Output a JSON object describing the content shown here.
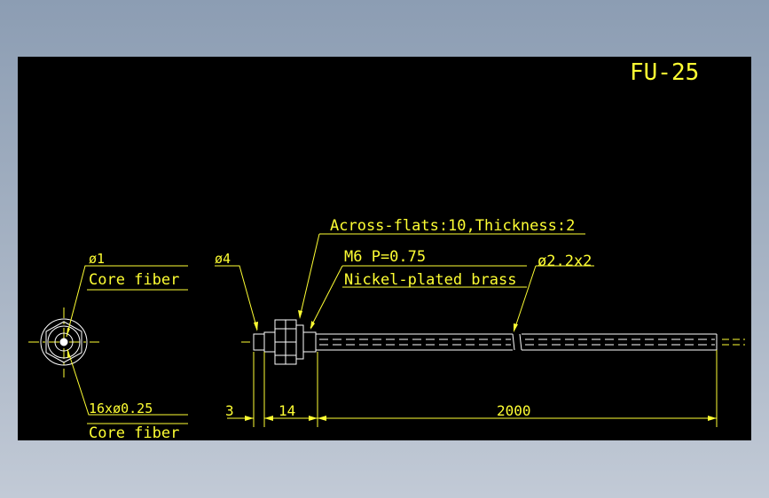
{
  "drawing": {
    "title": "FU-25",
    "labels": {
      "across_flats": "Across-flats:10,Thickness:2",
      "thread": "M6 P=0.75",
      "material": "Nickel-plated brass",
      "sleeve_dia": "ø2.2x2",
      "tip_dia": "ø4",
      "core_dia": "ø1",
      "core_label_top": "Core fiber",
      "core_count": "16xø0.25",
      "core_label_bottom": "Core fiber"
    },
    "dimensions": {
      "tip_length": "3",
      "thread_length": "14",
      "cable_length": "2000"
    },
    "colors": {
      "background": "#000000",
      "outline": "#ffffff",
      "annotation": "#ffff33"
    }
  }
}
